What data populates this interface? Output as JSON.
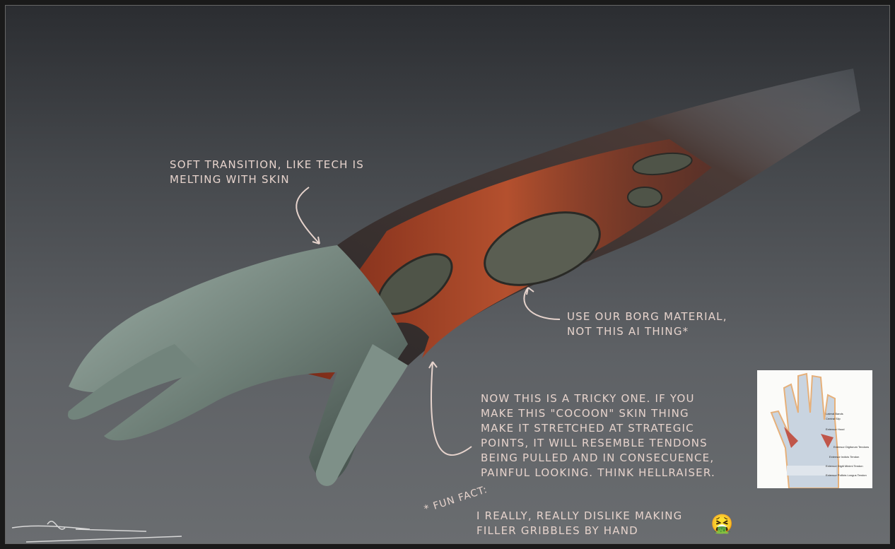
{
  "notes": {
    "transition": "Soft transition, like tech is\nmelting with skin",
    "borg": "Use our Borg material,\nnot this AI thing*",
    "tricky": "Now this is a tricky one. If you\nmake this \"cocoon\" skin thing\nmake it stretched at strategic\npoints, it will resemble tendons\nbeing pulled and in consecuence,\npainful looking. Think Hellraiser.",
    "fun_fact_label": "* Fun fact:",
    "fun_fact_text": "I really, really dislike making\nfiller gribbles by hand",
    "emoji": "🤮"
  },
  "reference_inset": {
    "labels": [
      "Lateral Bands",
      "Central Slip",
      "Extensor Hood",
      "Extensor Digitorum Tendons",
      "Extensor Indicis Tendon",
      "Extensor Digiti Minimi Tendon",
      "Extensor Pollicis Longus Tendon"
    ]
  },
  "signature": "Hoek"
}
